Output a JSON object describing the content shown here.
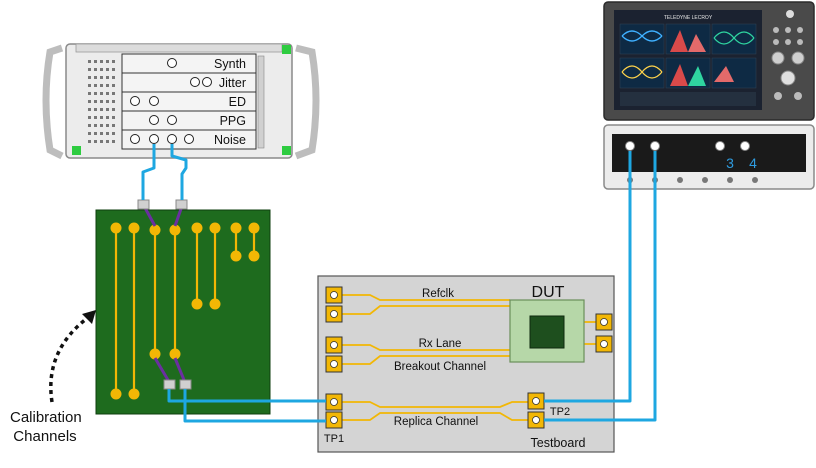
{
  "instrument": {
    "modules": [
      "Synth",
      "Jitter",
      "ED",
      "PPG",
      "Noise"
    ]
  },
  "calibration_board": {
    "label": "Calibration Channels"
  },
  "testboard": {
    "title": "Testboard",
    "dut": "DUT",
    "traces": {
      "refclk": "Refclk",
      "rx_lane": "Rx Lane",
      "breakout": "Breakout Channel",
      "replica": "Replica Channel"
    },
    "test_points": {
      "tp1": "TP1",
      "tp2": "TP2"
    }
  },
  "oscilloscope": {
    "brand": "TELEDYNE LECROY",
    "channel_labels": [
      "3",
      "4"
    ]
  },
  "colors": {
    "cable": "#1ea7e1",
    "trace": "#f2b705",
    "pcb_green": "#1e6b1e",
    "pcb_purple": "#6b2fa0",
    "testboard_bg": "#d4d4d4",
    "dut_green": "#b6d7a8"
  }
}
